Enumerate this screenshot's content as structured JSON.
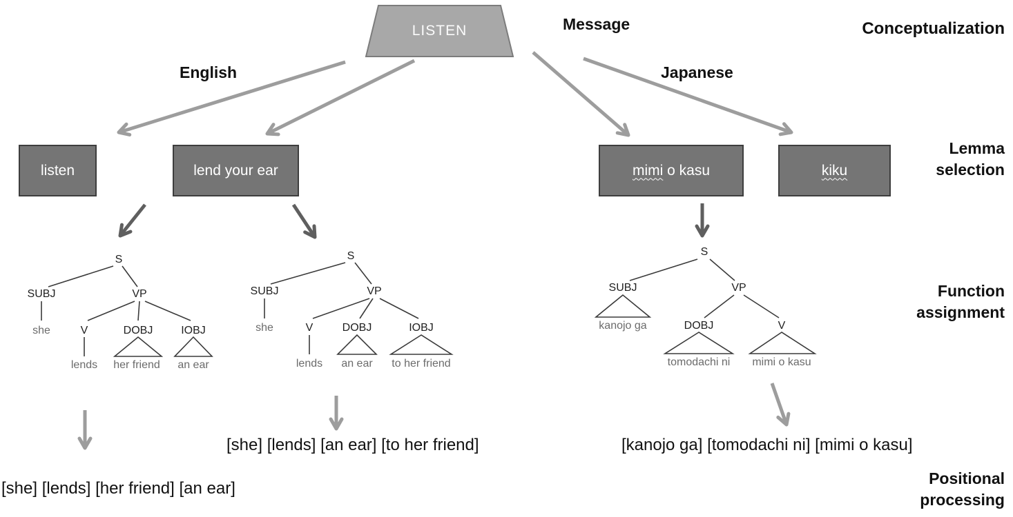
{
  "colors": {
    "trapezoid_fill": "#a8a8a8",
    "trapezoid_border": "#7c7c7c",
    "lemma_box_fill": "#757575",
    "lemma_box_border": "#3d3d3d",
    "arrow_light": "#9d9d9d",
    "arrow_dark": "#5f5f5f",
    "tree_line": "#3a3a3a",
    "terminal_text": "#6b6b6b"
  },
  "header": {
    "concept": "LISTEN",
    "message_label": "Message",
    "english_label": "English",
    "japanese_label": "Japanese"
  },
  "stages": {
    "conceptualization": "Conceptualization",
    "lemma_selection": "Lemma selection",
    "function_assignment": "Function assignment",
    "positional_processing": "Positional processing"
  },
  "lemma_boxes": {
    "listen": {
      "text": "listen"
    },
    "lend_your_ear": {
      "text": "lend your ear"
    },
    "mimi_o_kasu": {
      "wavy": "mimi",
      "rest": " o kasu"
    },
    "kiku": {
      "wavy": "kiku",
      "rest": ""
    }
  },
  "trees": {
    "english_full": {
      "s": "S",
      "subj": "SUBJ",
      "vp": "VP",
      "v": "V",
      "dobj": "DOBJ",
      "iobj": "IOBJ",
      "subj_word": "she",
      "v_word": "lends",
      "dobj_word": "her friend",
      "iobj_word": "an ear"
    },
    "english_idiom": {
      "s": "S",
      "subj": "SUBJ",
      "vp": "VP",
      "v": "V",
      "dobj": "DOBJ",
      "iobj": "IOBJ",
      "subj_word": "she",
      "v_word": "lends",
      "dobj_word": "an ear",
      "iobj_word": "to her friend"
    },
    "japanese": {
      "s": "S",
      "subj": "SUBJ",
      "vp": "VP",
      "dobj": "DOBJ",
      "v": "V",
      "subj_word": "kanojo ga",
      "dobj_word": "tomodachi ni",
      "v_word": "mimi o kasu"
    }
  },
  "outputs": {
    "english_full": "[she] [lends] [her friend] [an ear]",
    "english_idiom": "[she] [lends] [an ear] [to her friend]",
    "japanese": "[kanojo ga] [tomodachi ni] [mimi o kasu]"
  }
}
